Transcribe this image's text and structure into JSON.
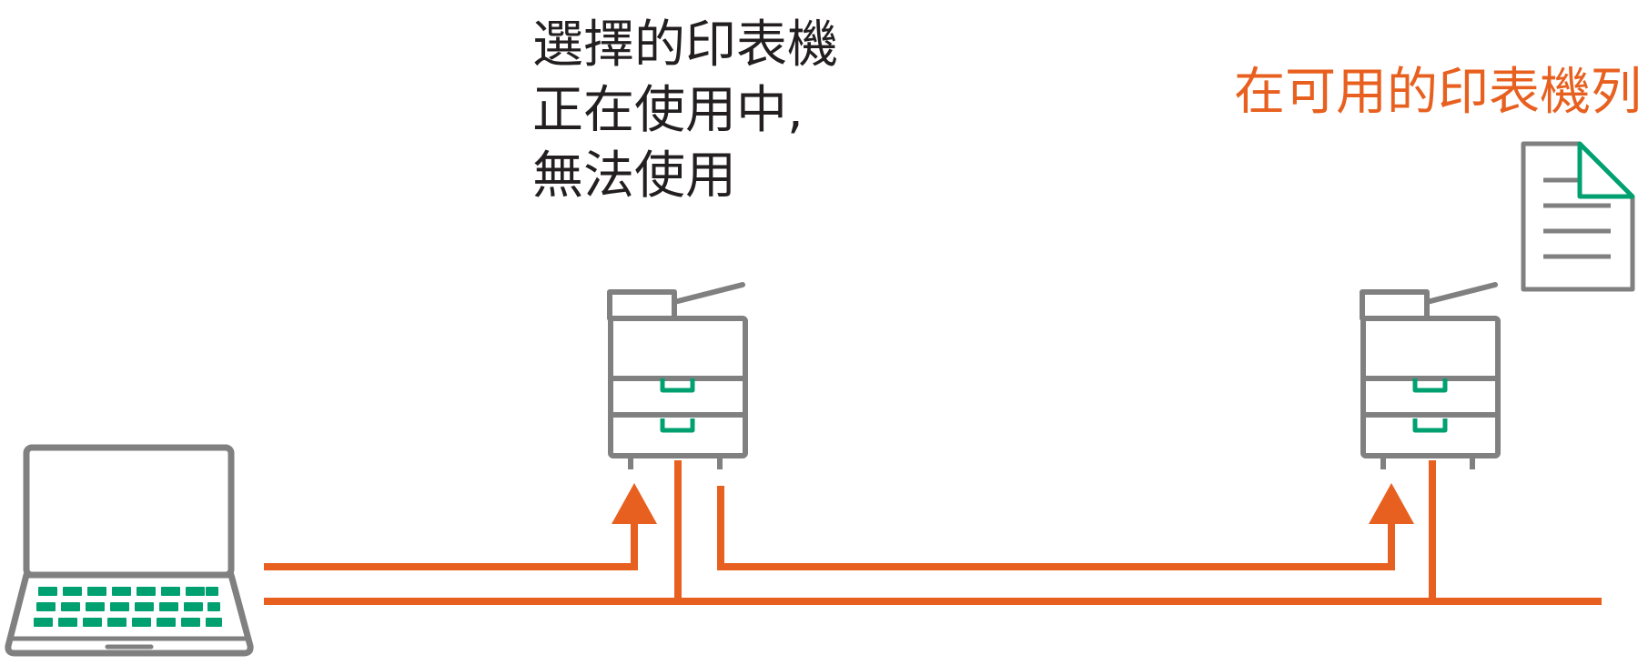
{
  "busy_printer_message": {
    "lines": [
      "選擇的印表機",
      "正在使用中,",
      "無法使用"
    ]
  },
  "queue_label": "在可用的印表機列",
  "colors": {
    "network_line": "#e8601f",
    "device_outline": "#808080",
    "accent_green": "#00a070",
    "text_dark": "#231f20",
    "text_orange": "#e8601f"
  },
  "icons": [
    "laptop-icon",
    "printer-icon",
    "printer-icon",
    "document-icon",
    "arrow-up-icon"
  ]
}
